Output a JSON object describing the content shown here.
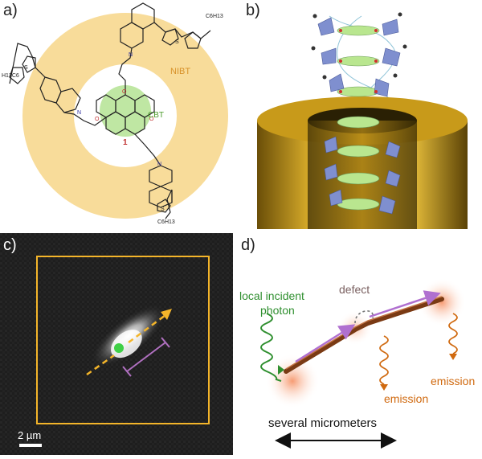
{
  "figure": {
    "panel_a": {
      "label": "a)",
      "ring_label": "NIBT",
      "core_label": "CBT",
      "compound_number": "1",
      "substituent_top": "C6H13",
      "substituent_left": "H13C6",
      "substituent_bottom": "C6H13",
      "colors": {
        "ring": "#f8dc9a",
        "core": "#bfe7a3",
        "ring_text": "#d8922a",
        "core_text": "#4a9a2a"
      }
    },
    "panel_b": {
      "label": "b)",
      "colors": {
        "cylinder": "#c89a1a",
        "disc": "#b9e68f",
        "wedge": "#7f8fcf"
      }
    },
    "panel_c": {
      "label": "c)",
      "scale_label": "2 µm",
      "colors": {
        "box": "#f4b52a",
        "arrow": "#f4b52a",
        "dot": "#3fd046",
        "bracket": "#b070c0"
      }
    },
    "panel_d": {
      "label": "d)",
      "photon_label_line1": "local incident",
      "photon_label_line2": "photon",
      "defect_label": "defect",
      "emission_label_1": "emission",
      "emission_label_2": "emission",
      "length_label": "several micrometers",
      "colors": {
        "photon": "#2f8f2f",
        "defect_text": "#7a6060",
        "emission": "#d06a10",
        "wire": "#7a3a14",
        "guide": "#b070d0"
      }
    }
  }
}
